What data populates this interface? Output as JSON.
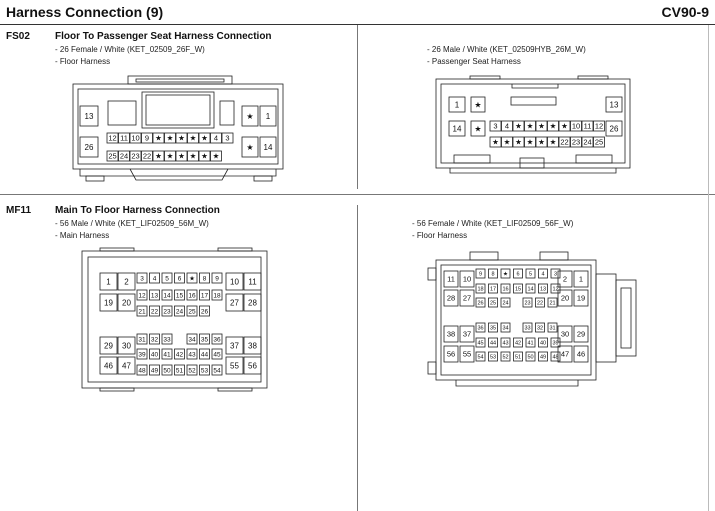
{
  "header": {
    "title": "Harness Connection (9)",
    "code": "CV90-9"
  },
  "fs02": {
    "id": "FS02",
    "title": "Floor To Passenger Seat Harness Connection",
    "left": {
      "line1": "- 26 Female / White (KET_02509_26F_W)",
      "line2": "- Floor Harness"
    },
    "right": {
      "line1": "- 26 Male / White (KET_02509HYB_26M_W)",
      "line2": "- Passenger Seat Harness"
    }
  },
  "mf11": {
    "id": "MF11",
    "title": "Main To Floor Harness Connection",
    "left": {
      "line1": "- 56 Male / White (KET_LIF02509_56M_W)",
      "line2": "- Main Harness"
    },
    "right": {
      "line1": "- 56 Female / White (KET_LIF02509_56F_W)",
      "line2": "- Floor Harness"
    }
  },
  "star": "★",
  "pins": {
    "fs02_left": {
      "big": [
        "13",
        "26",
        "★",
        "1",
        "★",
        "14"
      ],
      "row1": [
        "12",
        "11",
        "10",
        "9",
        "★",
        "★",
        "★",
        "★",
        "★",
        "4",
        "3"
      ],
      "row2": [
        "25",
        "24",
        "23",
        "22",
        "★",
        "★",
        "★",
        "★",
        "★",
        "★"
      ]
    },
    "fs02_right": {
      "big": [
        "1",
        "★",
        "13",
        "14",
        "★",
        "26"
      ],
      "row1": [
        "3",
        "4",
        "★",
        "★",
        "★",
        "★",
        "★",
        "10",
        "11",
        "12"
      ],
      "row2": [
        "★",
        "★",
        "★",
        "★",
        "★",
        "★",
        "22",
        "23",
        "24",
        "25"
      ]
    },
    "mf11_left": {
      "big": [
        "1",
        "2",
        "10",
        "11",
        "19",
        "20",
        "27",
        "28",
        "29",
        "30",
        "37",
        "38",
        "46",
        "47",
        "55",
        "56"
      ],
      "row1": [
        "3",
        "4",
        "5",
        "6",
        "★",
        "8",
        "9"
      ],
      "row2": [
        "12",
        "13",
        "14",
        "15",
        "16",
        "17",
        "18"
      ],
      "row3": [
        "21",
        "22",
        "23",
        "24",
        "25",
        "26"
      ],
      "row4": [
        "31",
        "32",
        "33",
        "34",
        "35",
        "36"
      ],
      "row5": [
        "39",
        "40",
        "41",
        "42",
        "43",
        "44",
        "45"
      ],
      "row6": [
        "48",
        "49",
        "50",
        "51",
        "52",
        "53",
        "54"
      ]
    },
    "mf11_right": {
      "big": [
        "11",
        "10",
        "2",
        "1",
        "28",
        "27",
        "20",
        "19",
        "38",
        "37",
        "30",
        "29",
        "56",
        "55",
        "47",
        "46"
      ],
      "row1": [
        "9",
        "8",
        "★",
        "6",
        "5",
        "4",
        "3"
      ],
      "row2": [
        "18",
        "17",
        "16",
        "15",
        "14",
        "13",
        "12"
      ],
      "row3": [
        "26",
        "25",
        "24",
        "23",
        "22",
        "21"
      ],
      "row4": [
        "36",
        "35",
        "34",
        "33",
        "32",
        "31"
      ],
      "row5": [
        "45",
        "44",
        "43",
        "42",
        "41",
        "40",
        "39"
      ],
      "row6": [
        "54",
        "53",
        "52",
        "51",
        "50",
        "49",
        "48"
      ]
    }
  }
}
